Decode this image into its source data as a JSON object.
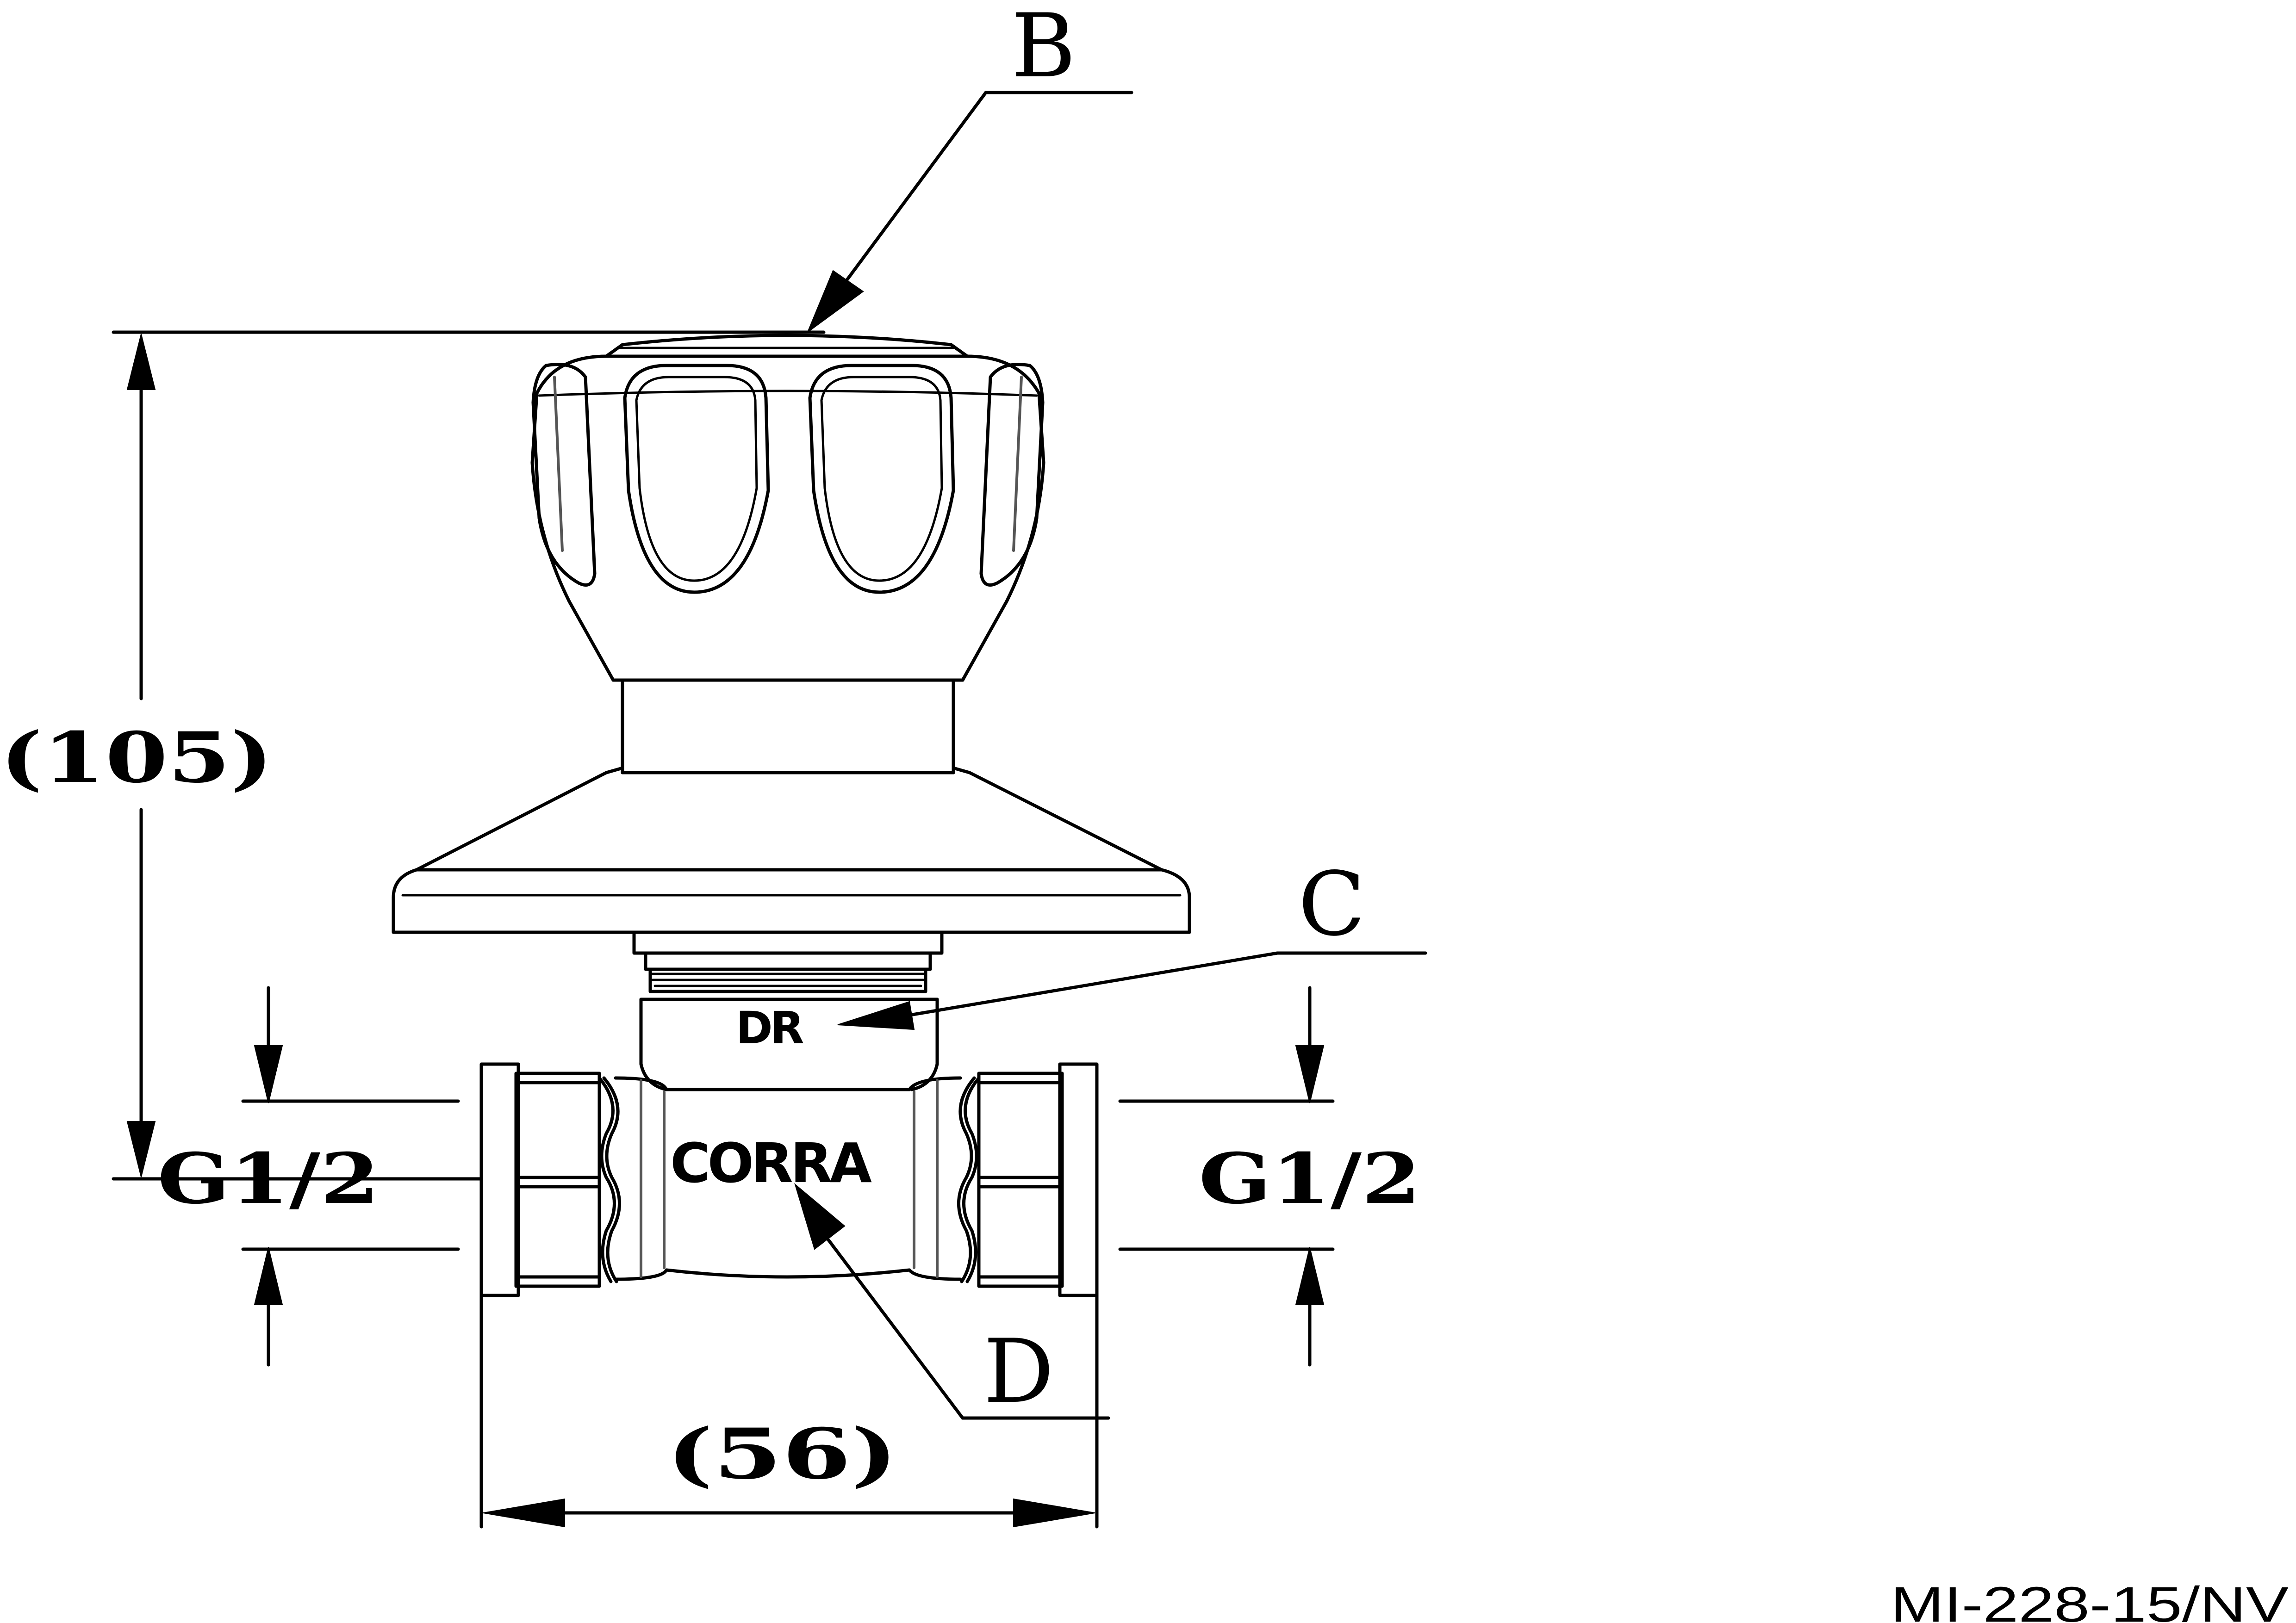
{
  "callouts": {
    "b": "B",
    "c": "C",
    "d": "D"
  },
  "dimensions": {
    "height": "(105)",
    "width": "(56)",
    "thread_left": "G1/2",
    "thread_right": "G1/2"
  },
  "markings": {
    "body_brand": "CORRA",
    "bonnet_mark": "DR"
  },
  "drawing_number": "MI-228-15/NV"
}
